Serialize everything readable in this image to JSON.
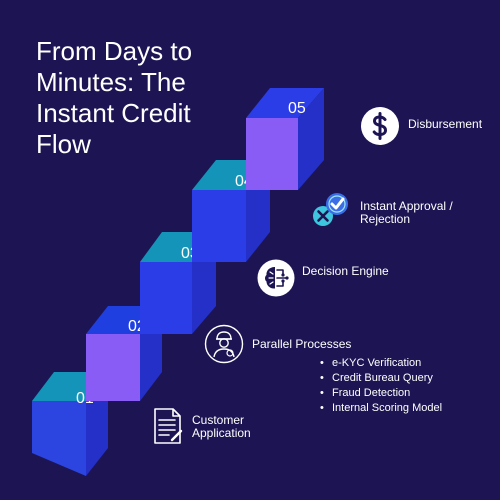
{
  "title_lines": [
    "From Days to",
    "Minutes: The",
    "Instant Credit",
    "Flow"
  ],
  "steps": [
    {
      "number": "01",
      "label_lines": [
        "Customer",
        "Application"
      ],
      "icon": "document-icon"
    },
    {
      "number": "02",
      "label_lines": [
        "Parallel Processes"
      ],
      "icon": "engineer-icon",
      "bullets": [
        "e-KYC Verification",
        "Credit Bureau Query",
        "Fraud Detection",
        "Internal Scoring Model"
      ]
    },
    {
      "number": "03",
      "label_lines": [
        "Decision Engine"
      ],
      "icon": "brain-circuit-icon"
    },
    {
      "number": "04",
      "label_lines": [
        "Instant Approval /",
        "Rejection"
      ],
      "icon": "check-cross-icon"
    },
    {
      "number": "05",
      "label_lines": [
        "Disbursement"
      ],
      "icon": "dollar-icon"
    }
  ],
  "colors": {
    "background": "#1d1553",
    "tread_teal": "#1394b8",
    "riser_blue": "#2531d6",
    "riser_violet": "#8a5cf6",
    "icon_cyan": "#3ec6e0",
    "icon_blue": "#3a6ee8"
  }
}
